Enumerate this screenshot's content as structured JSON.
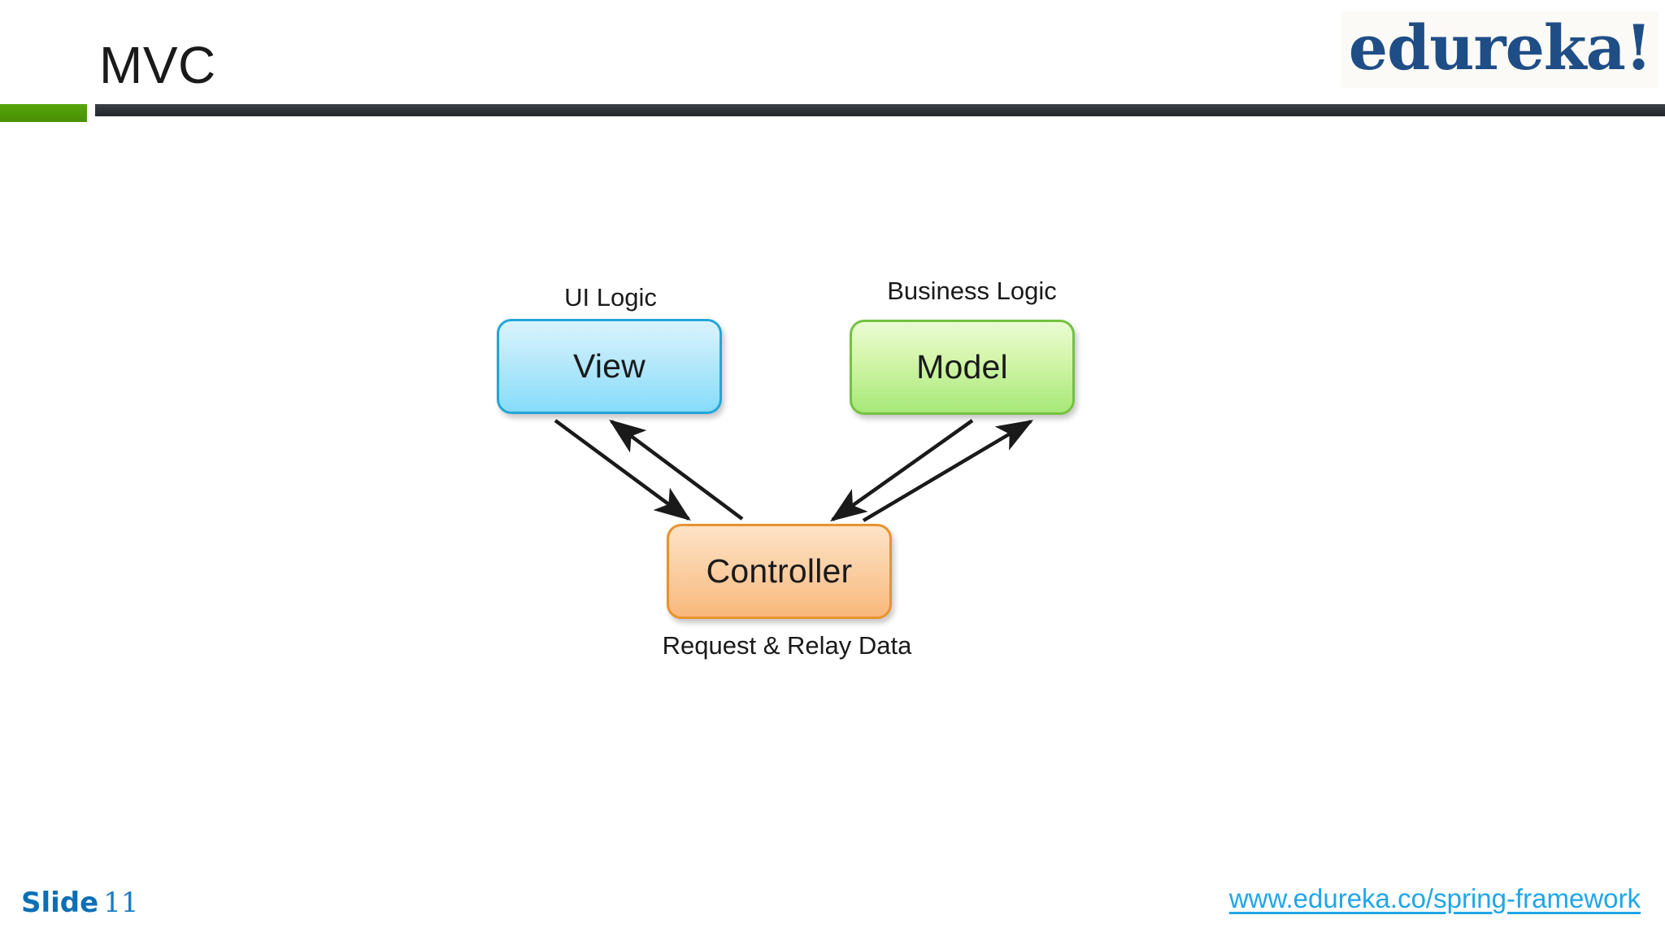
{
  "slide": {
    "title": "MVC",
    "accent_green": "#4e9a06",
    "accent_dark": "#2b3036"
  },
  "logo": {
    "text": "edureka!",
    "color": "#1f4e87"
  },
  "diagram": {
    "type": "flow-diagram",
    "nodes": [
      {
        "id": "view",
        "label": "View",
        "caption": "UI Logic",
        "fill": "#bceafb",
        "border": "#22a6d8"
      },
      {
        "id": "model",
        "label": "Model",
        "caption": "Business Logic",
        "fill": "#d6f6ad",
        "border": "#74c240"
      },
      {
        "id": "controller",
        "label": "Controller",
        "caption": "Request & Relay Data",
        "fill": "#fbd3ab",
        "border": "#e8932c"
      }
    ],
    "edges": [
      {
        "from": "view",
        "to": "controller"
      },
      {
        "from": "controller",
        "to": "view"
      },
      {
        "from": "model",
        "to": "controller"
      },
      {
        "from": "controller",
        "to": "model"
      }
    ]
  },
  "footer": {
    "slide_word": "Slide",
    "slide_number": "11",
    "link_text": "www.edureka.co/spring-framework",
    "link_color": "#20a6e8"
  }
}
